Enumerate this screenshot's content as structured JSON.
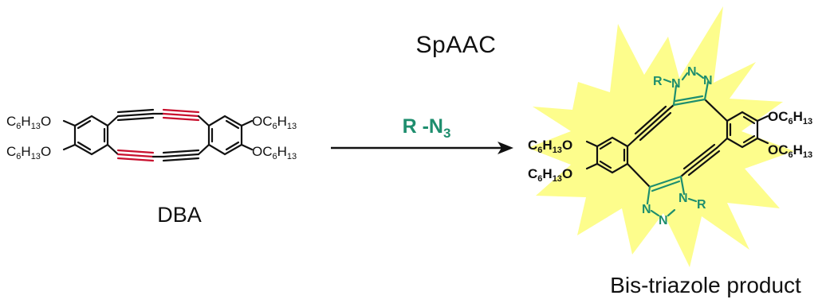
{
  "reaction": {
    "title": "SpAAC",
    "reagent": "R -N3",
    "reagent_main": "R -N",
    "reagent_sub": "3"
  },
  "reactant": {
    "name": "DBA",
    "substituents": {
      "top_left": "C6H13O",
      "bottom_left": "C6H13O",
      "top_right": "OC6H13",
      "bottom_right": "OC6H13"
    }
  },
  "product": {
    "name": "Bis-triazole product",
    "triazole_top": {
      "n_labels": [
        "N",
        "N",
        "N"
      ],
      "r_group": "R"
    },
    "triazole_bottom": {
      "n_labels": [
        "N",
        "N",
        "N"
      ],
      "r_group": "R"
    },
    "substituents": {
      "top_left": "C6H13O",
      "bottom_left": "C6H13O",
      "top_right": "OC6H13",
      "bottom_right": "OC6H13"
    }
  },
  "colors": {
    "strained_alkyne": "#c8102e",
    "triazole": "#1e8e6e",
    "burst": "#fdfd8c",
    "bond": "#111111"
  }
}
